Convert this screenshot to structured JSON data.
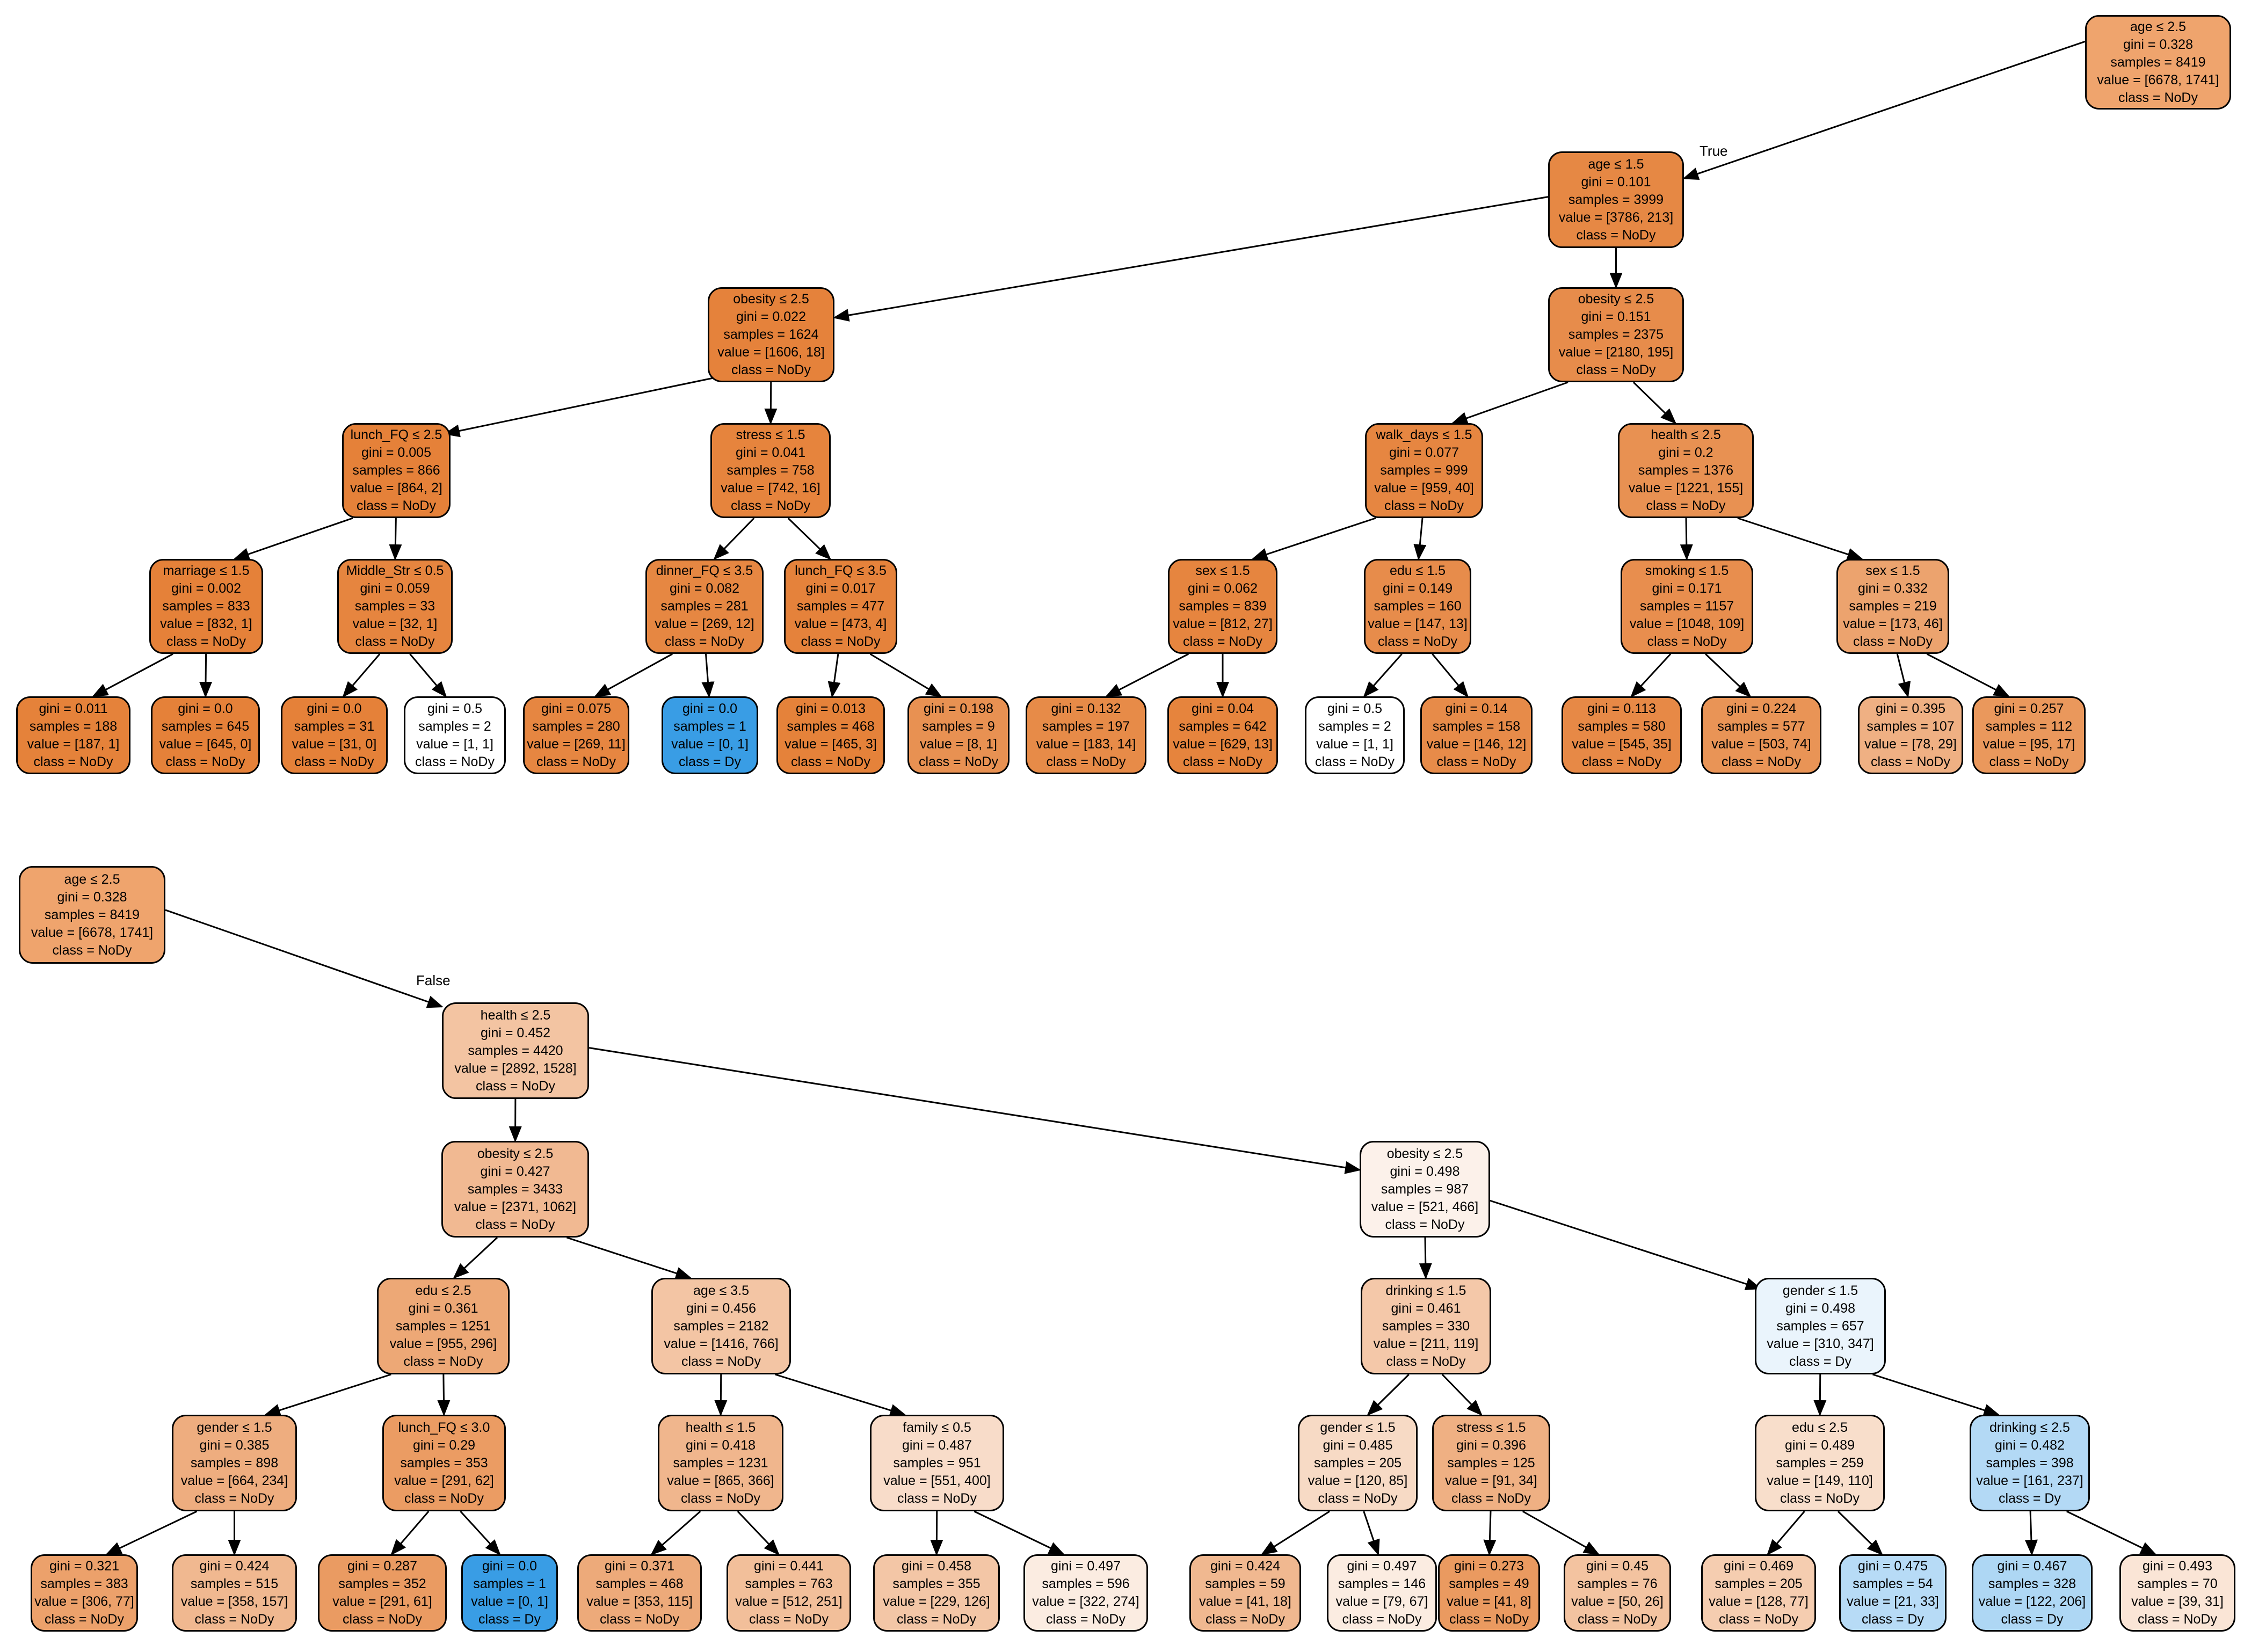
{
  "colors": {
    "orange_dark": "#e58139",
    "dy_blue": "#399de5",
    "white_leaf": "#ffffff",
    "edge": "#000000",
    "border": "#000000"
  },
  "edge_labels": {
    "true": "True",
    "false": "False"
  },
  "trees": [
    {
      "id": "true-branch",
      "nodes": [
        {
          "id": "t0",
          "lines": [
            "age ≤ 2.5",
            "gini = 0.328",
            "samples = 8419",
            "value = [6678, 1741]",
            "class = NoDy"
          ],
          "class": "NoDy",
          "fill": "#efa46d"
        },
        {
          "id": "t1",
          "lines": [
            "age ≤ 1.5",
            "gini = 0.101",
            "samples = 3999",
            "value = [3786, 213]",
            "class = NoDy"
          ],
          "class": "NoDy",
          "fill": "#e68844"
        },
        {
          "id": "t2",
          "lines": [
            "obesity ≤ 2.5",
            "gini = 0.022",
            "samples = 1624",
            "value = [1606, 18]",
            "class = NoDy"
          ],
          "class": "NoDy",
          "fill": "#e5823b"
        },
        {
          "id": "t3",
          "lines": [
            "obesity ≤ 2.5",
            "gini = 0.151",
            "samples = 2375",
            "value = [2180, 195]",
            "class = NoDy"
          ],
          "class": "NoDy",
          "fill": "#e78c4b"
        },
        {
          "id": "t4",
          "lines": [
            "lunch_FQ ≤ 2.5",
            "gini = 0.005",
            "samples = 866",
            "value = [864, 2]",
            "class = NoDy"
          ],
          "class": "NoDy",
          "fill": "#e58139"
        },
        {
          "id": "t5",
          "lines": [
            "stress ≤ 1.5",
            "gini = 0.041",
            "samples = 758",
            "value = [742, 16]",
            "class = NoDy"
          ],
          "class": "NoDy",
          "fill": "#e6843d"
        },
        {
          "id": "t6",
          "lines": [
            "walk_days ≤ 1.5",
            "gini = 0.077",
            "samples = 999",
            "value = [959, 40]",
            "class = NoDy"
          ],
          "class": "NoDy",
          "fill": "#e68641"
        },
        {
          "id": "t7",
          "lines": [
            "health ≤ 2.5",
            "gini = 0.2",
            "samples = 1376",
            "value = [1221, 155]",
            "class = NoDy"
          ],
          "class": "NoDy",
          "fill": "#e89152"
        },
        {
          "id": "t8",
          "lines": [
            "marriage ≤ 1.5",
            "gini = 0.002",
            "samples = 833",
            "value = [832, 1]",
            "class = NoDy"
          ],
          "class": "NoDy",
          "fill": "#e58139"
        },
        {
          "id": "t9",
          "lines": [
            "Middle_Str ≤ 0.5",
            "gini = 0.059",
            "samples = 33",
            "value = [32, 1]",
            "class = NoDy"
          ],
          "class": "NoDy",
          "fill": "#e6853f"
        },
        {
          "id": "t10",
          "lines": [
            "dinner_FQ ≤ 3.5",
            "gini = 0.082",
            "samples = 281",
            "value = [269, 12]",
            "class = NoDy"
          ],
          "class": "NoDy",
          "fill": "#e68742"
        },
        {
          "id": "t11",
          "lines": [
            "lunch_FQ ≤ 3.5",
            "gini = 0.017",
            "samples = 477",
            "value = [473, 4]",
            "class = NoDy"
          ],
          "class": "NoDy",
          "fill": "#e5823b"
        },
        {
          "id": "t12",
          "lines": [
            "sex ≤ 1.5",
            "gini = 0.062",
            "samples = 839",
            "value = [812, 27]",
            "class = NoDy"
          ],
          "class": "NoDy",
          "fill": "#e6853f"
        },
        {
          "id": "t13",
          "lines": [
            "edu ≤ 1.5",
            "gini = 0.149",
            "samples = 160",
            "value = [147, 13]",
            "class = NoDy"
          ],
          "class": "NoDy",
          "fill": "#e78c4b"
        },
        {
          "id": "t14",
          "lines": [
            "smoking ≤ 1.5",
            "gini = 0.171",
            "samples = 1157",
            "value = [1048, 109]",
            "class = NoDy"
          ],
          "class": "NoDy",
          "fill": "#e88e4e"
        },
        {
          "id": "t15",
          "lines": [
            "sex ≤ 1.5",
            "gini = 0.332",
            "samples = 219",
            "value = [173, 46]",
            "class = NoDy"
          ],
          "class": "NoDy",
          "fill": "#eca36e"
        },
        {
          "id": "t16",
          "lines": [
            "gini = 0.011",
            "samples = 188",
            "value = [187, 1]",
            "class = NoDy"
          ],
          "class": "NoDy",
          "fill": "#e5823a"
        },
        {
          "id": "t17",
          "lines": [
            "gini = 0.0",
            "samples = 645",
            "value = [645, 0]",
            "class = NoDy"
          ],
          "class": "NoDy",
          "fill": "#e58139"
        },
        {
          "id": "t18",
          "lines": [
            "gini = 0.0",
            "samples = 31",
            "value = [31, 0]",
            "class = NoDy"
          ],
          "class": "NoDy",
          "fill": "#e58139"
        },
        {
          "id": "t19",
          "lines": [
            "gini = 0.5",
            "samples = 2",
            "value = [1, 1]",
            "class = NoDy"
          ],
          "class": "NoDy",
          "fill": "#ffffff"
        },
        {
          "id": "t20",
          "lines": [
            "gini = 0.075",
            "samples = 280",
            "value = [269, 11]",
            "class = NoDy"
          ],
          "class": "NoDy",
          "fill": "#e68641"
        },
        {
          "id": "t21",
          "lines": [
            "gini = 0.0",
            "samples = 1",
            "value = [0, 1]",
            "class = Dy"
          ],
          "class": "Dy",
          "fill": "#399de5"
        },
        {
          "id": "t22",
          "lines": [
            "gini = 0.013",
            "samples = 468",
            "value = [465, 3]",
            "class = NoDy"
          ],
          "class": "NoDy",
          "fill": "#e5823a"
        },
        {
          "id": "t23",
          "lines": [
            "gini = 0.198",
            "samples = 9",
            "value = [8, 1]",
            "class = NoDy"
          ],
          "class": "NoDy",
          "fill": "#e89152"
        },
        {
          "id": "t24",
          "lines": [
            "gini = 0.132",
            "samples = 197",
            "value = [183, 14]",
            "class = NoDy"
          ],
          "class": "NoDy",
          "fill": "#e78b48"
        },
        {
          "id": "t25",
          "lines": [
            "gini = 0.04",
            "samples = 642",
            "value = [629, 13]",
            "class = NoDy"
          ],
          "class": "NoDy",
          "fill": "#e6843d"
        },
        {
          "id": "t26",
          "lines": [
            "gini = 0.5",
            "samples = 2",
            "value = [1, 1]",
            "class = NoDy"
          ],
          "class": "NoDy",
          "fill": "#ffffff"
        },
        {
          "id": "t27",
          "lines": [
            "gini = 0.14",
            "samples = 158",
            "value = [146, 12]",
            "class = NoDy"
          ],
          "class": "NoDy",
          "fill": "#e78b49"
        },
        {
          "id": "t28",
          "lines": [
            "gini = 0.113",
            "samples = 580",
            "value = [545, 35]",
            "class = NoDy"
          ],
          "class": "NoDy",
          "fill": "#e78946"
        },
        {
          "id": "t29",
          "lines": [
            "gini = 0.224",
            "samples = 577",
            "value = [503, 74]",
            "class = NoDy"
          ],
          "class": "NoDy",
          "fill": "#e99456"
        },
        {
          "id": "t30",
          "lines": [
            "gini = 0.395",
            "samples = 107",
            "value = [78, 29]",
            "class = NoDy"
          ],
          "class": "NoDy",
          "fill": "#efb083"
        },
        {
          "id": "t31",
          "lines": [
            "gini = 0.257",
            "samples = 112",
            "value = [95, 17]",
            "class = NoDy"
          ],
          "class": "NoDy",
          "fill": "#ea985c"
        }
      ]
    },
    {
      "id": "false-branch",
      "nodes": [
        {
          "id": "f0",
          "lines": [
            "age ≤ 2.5",
            "gini = 0.328",
            "samples = 8419",
            "value = [6678, 1741]",
            "class = NoDy"
          ],
          "class": "NoDy",
          "fill": "#efa46d"
        },
        {
          "id": "f1",
          "lines": [
            "health ≤ 2.5",
            "gini = 0.452",
            "samples = 4420",
            "value = [2892, 1528]",
            "class = NoDy"
          ],
          "class": "NoDy",
          "fill": "#f3c4a2"
        },
        {
          "id": "f2",
          "lines": [
            "obesity ≤ 2.5",
            "gini = 0.427",
            "samples = 3433",
            "value = [2371, 1062]",
            "class = NoDy"
          ],
          "class": "NoDy",
          "fill": "#f1b992"
        },
        {
          "id": "f3",
          "lines": [
            "obesity ≤ 2.5",
            "gini = 0.498",
            "samples = 987",
            "value = [521, 466]",
            "class = NoDy"
          ],
          "class": "NoDy",
          "fill": "#fcf1ea"
        },
        {
          "id": "f4",
          "lines": [
            "edu ≤ 2.5",
            "gini = 0.361",
            "samples = 1251",
            "value = [955, 296]",
            "class = NoDy"
          ],
          "class": "NoDy",
          "fill": "#eda876"
        },
        {
          "id": "f5",
          "lines": [
            "age ≤ 3.5",
            "gini = 0.456",
            "samples = 2182",
            "value = [1416, 766]",
            "class = NoDy"
          ],
          "class": "NoDy",
          "fill": "#f3c5a4"
        },
        {
          "id": "f6",
          "lines": [
            "drinking ≤ 1.5",
            "gini = 0.461",
            "samples = 330",
            "value = [211, 119]",
            "class = NoDy"
          ],
          "class": "NoDy",
          "fill": "#f4c8a9"
        },
        {
          "id": "f7",
          "lines": [
            "gender ≤ 1.5",
            "gini = 0.498",
            "samples = 657",
            "value = [310, 347]",
            "class = Dy"
          ],
          "class": "Dy",
          "fill": "#eaf4fc"
        },
        {
          "id": "f8",
          "lines": [
            "gender ≤ 1.5",
            "gini = 0.385",
            "samples = 898",
            "value = [664, 234]",
            "class = NoDy"
          ],
          "class": "NoDy",
          "fill": "#eead7f"
        },
        {
          "id": "f9",
          "lines": [
            "lunch_FQ ≤ 3.0",
            "gini = 0.29",
            "samples = 353",
            "value = [291, 62]",
            "class = NoDy"
          ],
          "class": "NoDy",
          "fill": "#eb9c63"
        },
        {
          "id": "f10",
          "lines": [
            "health ≤ 1.5",
            "gini = 0.418",
            "samples = 1231",
            "value = [865, 366]",
            "class = NoDy"
          ],
          "class": "NoDy",
          "fill": "#f0b68d"
        },
        {
          "id": "f11",
          "lines": [
            "family ≤ 0.5",
            "gini = 0.487",
            "samples = 951",
            "value = [551, 400]",
            "class = NoDy"
          ],
          "class": "NoDy",
          "fill": "#f8dcc9"
        },
        {
          "id": "f12",
          "lines": [
            "gender ≤ 1.5",
            "gini = 0.485",
            "samples = 205",
            "value = [120, 85]",
            "class = NoDy"
          ],
          "class": "NoDy",
          "fill": "#f7dac5"
        },
        {
          "id": "f13",
          "lines": [
            "stress ≤ 1.5",
            "gini = 0.396",
            "samples = 125",
            "value = [91, 34]",
            "class = NoDy"
          ],
          "class": "NoDy",
          "fill": "#efb083"
        },
        {
          "id": "f14",
          "lines": [
            "edu ≤ 2.5",
            "gini = 0.489",
            "samples = 259",
            "value = [149, 110]",
            "class = NoDy"
          ],
          "class": "NoDy",
          "fill": "#f8decb"
        },
        {
          "id": "f15",
          "lines": [
            "drinking ≤ 2.5",
            "gini = 0.482",
            "samples = 398",
            "value = [161, 237]",
            "class = Dy"
          ],
          "class": "Dy",
          "fill": "#b3d9f5"
        },
        {
          "id": "f16",
          "lines": [
            "gini = 0.321",
            "samples = 383",
            "value = [306, 77]",
            "class = NoDy"
          ],
          "class": "NoDy",
          "fill": "#eca16b"
        },
        {
          "id": "f17",
          "lines": [
            "gini = 0.424",
            "samples = 515",
            "value = [358, 157]",
            "class = NoDy"
          ],
          "class": "NoDy",
          "fill": "#f0b890"
        },
        {
          "id": "f18",
          "lines": [
            "gini = 0.287",
            "samples = 352",
            "value = [291, 61]",
            "class = NoDy"
          ],
          "class": "NoDy",
          "fill": "#ea9b62"
        },
        {
          "id": "f19",
          "lines": [
            "gini = 0.0",
            "samples = 1",
            "value = [0, 1]",
            "class = Dy"
          ],
          "class": "Dy",
          "fill": "#399de5"
        },
        {
          "id": "f20",
          "lines": [
            "gini = 0.371",
            "samples = 468",
            "value = [353, 115]",
            "class = NoDy"
          ],
          "class": "NoDy",
          "fill": "#edaa7a"
        },
        {
          "id": "f21",
          "lines": [
            "gini = 0.441",
            "samples = 763",
            "value = [512, 251]",
            "class = NoDy"
          ],
          "class": "NoDy",
          "fill": "#f2bf9a"
        },
        {
          "id": "f22",
          "lines": [
            "gini = 0.458",
            "samples = 355",
            "value = [229, 126]",
            "class = NoDy"
          ],
          "class": "NoDy",
          "fill": "#f3c6a6"
        },
        {
          "id": "f23",
          "lines": [
            "gini = 0.497",
            "samples = 596",
            "value = [322, 274]",
            "class = NoDy"
          ],
          "class": "NoDy",
          "fill": "#fbece1"
        },
        {
          "id": "f24",
          "lines": [
            "gini = 0.424",
            "samples = 59",
            "value = [41, 18]",
            "class = NoDy"
          ],
          "class": "NoDy",
          "fill": "#f0b890"
        },
        {
          "id": "f25",
          "lines": [
            "gini = 0.497",
            "samples = 146",
            "value = [79, 67]",
            "class = NoDy"
          ],
          "class": "NoDy",
          "fill": "#fbece1"
        },
        {
          "id": "f26",
          "lines": [
            "gini = 0.273",
            "samples = 49",
            "value = [41, 8]",
            "class = NoDy"
          ],
          "class": "NoDy",
          "fill": "#ea9a60"
        },
        {
          "id": "f27",
          "lines": [
            "gini = 0.45",
            "samples = 76",
            "value = [50, 26]",
            "class = NoDy"
          ],
          "class": "NoDy",
          "fill": "#f3c3a0"
        },
        {
          "id": "f28",
          "lines": [
            "gini = 0.469",
            "samples = 205",
            "value = [128, 77]",
            "class = NoDy"
          ],
          "class": "NoDy",
          "fill": "#f5cdb0"
        },
        {
          "id": "f29",
          "lines": [
            "gini = 0.475",
            "samples = 54",
            "value = [21, 33]",
            "class = Dy"
          ],
          "class": "Dy",
          "fill": "#b7dbf6"
        },
        {
          "id": "f30",
          "lines": [
            "gini = 0.467",
            "samples = 328",
            "value = [122, 206]",
            "class = Dy"
          ],
          "class": "Dy",
          "fill": "#aed7f4"
        },
        {
          "id": "f31",
          "lines": [
            "gini = 0.493",
            "samples = 70",
            "value = [39, 31]",
            "class = NoDy"
          ],
          "class": "NoDy",
          "fill": "#fae5d6"
        }
      ]
    }
  ],
  "edges": [
    [
      "t0",
      "t1"
    ],
    [
      "t1",
      "t2"
    ],
    [
      "t1",
      "t3"
    ],
    [
      "t2",
      "t4"
    ],
    [
      "t2",
      "t5"
    ],
    [
      "t3",
      "t6"
    ],
    [
      "t3",
      "t7"
    ],
    [
      "t4",
      "t8"
    ],
    [
      "t4",
      "t9"
    ],
    [
      "t5",
      "t10"
    ],
    [
      "t5",
      "t11"
    ],
    [
      "t6",
      "t12"
    ],
    [
      "t6",
      "t13"
    ],
    [
      "t7",
      "t14"
    ],
    [
      "t7",
      "t15"
    ],
    [
      "t8",
      "t16"
    ],
    [
      "t8",
      "t17"
    ],
    [
      "t9",
      "t18"
    ],
    [
      "t9",
      "t19"
    ],
    [
      "t10",
      "t20"
    ],
    [
      "t10",
      "t21"
    ],
    [
      "t11",
      "t22"
    ],
    [
      "t11",
      "t23"
    ],
    [
      "t12",
      "t24"
    ],
    [
      "t12",
      "t25"
    ],
    [
      "t13",
      "t26"
    ],
    [
      "t13",
      "t27"
    ],
    [
      "t14",
      "t28"
    ],
    [
      "t14",
      "t29"
    ],
    [
      "t15",
      "t30"
    ],
    [
      "t15",
      "t31"
    ],
    [
      "f0",
      "f1"
    ],
    [
      "f1",
      "f2"
    ],
    [
      "f1",
      "f3"
    ],
    [
      "f2",
      "f4"
    ],
    [
      "f2",
      "f5"
    ],
    [
      "f3",
      "f6"
    ],
    [
      "f3",
      "f7"
    ],
    [
      "f4",
      "f8"
    ],
    [
      "f4",
      "f9"
    ],
    [
      "f5",
      "f10"
    ],
    [
      "f5",
      "f11"
    ],
    [
      "f6",
      "f12"
    ],
    [
      "f6",
      "f13"
    ],
    [
      "f7",
      "f14"
    ],
    [
      "f7",
      "f15"
    ],
    [
      "f8",
      "f16"
    ],
    [
      "f8",
      "f17"
    ],
    [
      "f9",
      "f18"
    ],
    [
      "f9",
      "f19"
    ],
    [
      "f10",
      "f20"
    ],
    [
      "f10",
      "f21"
    ],
    [
      "f11",
      "f22"
    ],
    [
      "f11",
      "f23"
    ],
    [
      "f12",
      "f24"
    ],
    [
      "f12",
      "f25"
    ],
    [
      "f13",
      "f26"
    ],
    [
      "f13",
      "f27"
    ],
    [
      "f14",
      "f28"
    ],
    [
      "f14",
      "f29"
    ],
    [
      "f15",
      "f30"
    ],
    [
      "f15",
      "f31"
    ]
  ]
}
